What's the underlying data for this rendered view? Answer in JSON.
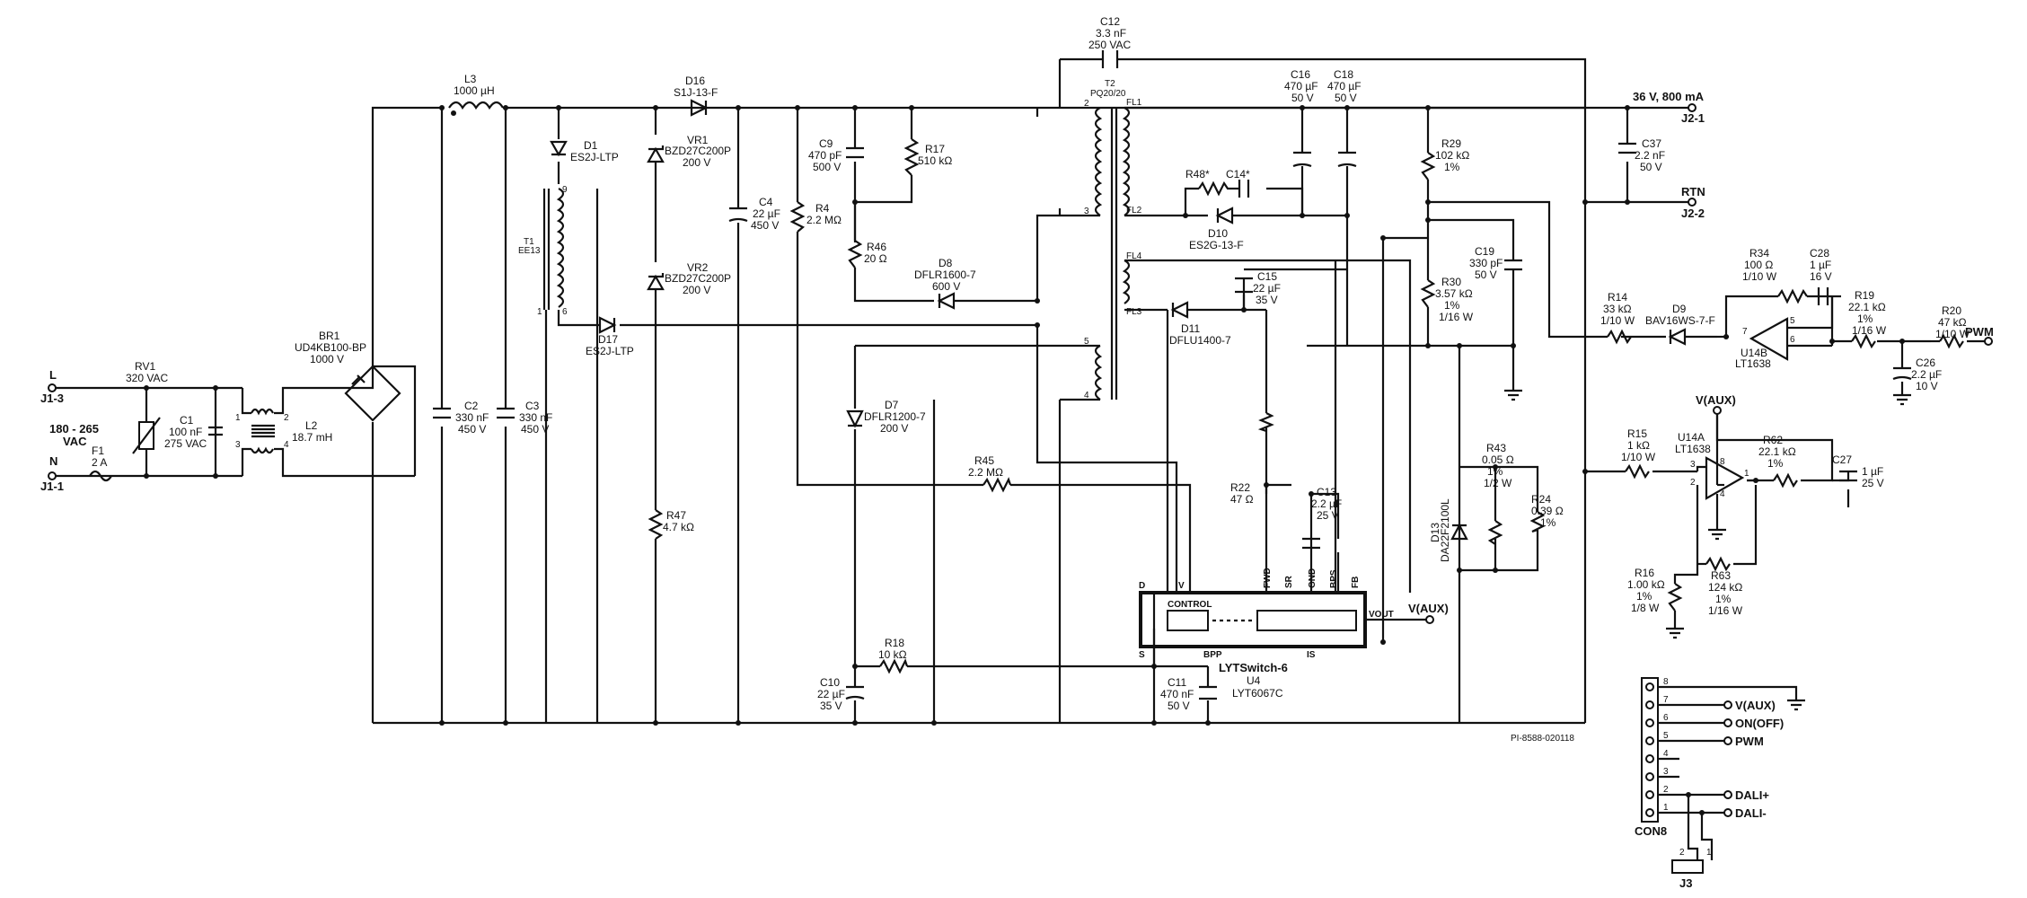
{
  "diagram": {
    "drawing_number": "PI-8588-020118",
    "controller": {
      "name": "LYTSwitch-6",
      "ref": "U4",
      "part": "LYT6067C",
      "control_label": "CONTROL",
      "pins": {
        "d": "D",
        "v": "V",
        "s": "S",
        "bpp": "BPP",
        "is": "IS",
        "fwd": "FWD",
        "sr": "SR",
        "gnd": "GND",
        "bps": "BPS",
        "fb": "FB",
        "vout": "VOUT"
      }
    },
    "inputs": {
      "l_label": "L",
      "l_ref": "J1-3",
      "n_label": "N",
      "n_ref": "J1-1",
      "voltage_range_1": "180 - 265",
      "voltage_range_2": "VAC"
    },
    "outputs": {
      "main": "36 V, 800 mA",
      "main_ref": "J2-1",
      "rtn": "RTN",
      "rtn_ref": "J2-2",
      "vaux": "V(AUX)",
      "vaux2": "V(AUX)",
      "pwm": "PWM"
    },
    "components": {
      "rv1": [
        "RV1",
        "320 VAC"
      ],
      "f1": [
        "F1",
        "2 A"
      ],
      "c1": [
        "C1",
        "100 nF",
        "275 VAC"
      ],
      "l2": [
        "L2",
        "18.7 mH"
      ],
      "br1": [
        "BR1",
        "UD4KB100-BP",
        "1000 V"
      ],
      "l3": [
        "L3",
        "1000 µH"
      ],
      "c2": [
        "C2",
        "330 nF",
        "450 V"
      ],
      "c3": [
        "C3",
        "330 nF",
        "450 V"
      ],
      "d1": [
        "D1",
        "ES2J-LTP"
      ],
      "t1": [
        "T1",
        "EE13"
      ],
      "d17": [
        "D17",
        "ES2J-LTP"
      ],
      "d16": [
        "D16",
        "S1J-13-F"
      ],
      "vr1": [
        "VR1",
        "BZD27C200P",
        "200 V"
      ],
      "vr2": [
        "VR2",
        "BZD27C200P",
        "200 V"
      ],
      "r47": [
        "R47",
        "4.7 kΩ"
      ],
      "c4": [
        "C4",
        "22 µF",
        "450 V"
      ],
      "r4": [
        "R4",
        "2.2 MΩ"
      ],
      "c9": [
        "C9",
        "470 pF",
        "500 V"
      ],
      "r17": [
        "R17",
        "510 kΩ"
      ],
      "r46": [
        "R46",
        "20 Ω"
      ],
      "d8": [
        "D8",
        "DFLR1600-7",
        "600 V"
      ],
      "d7": [
        "D7",
        "DFLR1200-7",
        "200 V"
      ],
      "r45": [
        "R45",
        "2.2 MΩ"
      ],
      "r18": [
        "R18",
        "10 kΩ"
      ],
      "c10": [
        "C10",
        "22 µF",
        "35 V"
      ],
      "c11": [
        "C11",
        "470 nF",
        "50 V"
      ],
      "c12": [
        "C12",
        "3.3 nF",
        "250 VAC"
      ],
      "t2": [
        "T2",
        "PQ20/20"
      ],
      "c16": [
        "C16",
        "470 µF",
        "50 V"
      ],
      "c18": [
        "C18",
        "470 µF",
        "50 V"
      ],
      "r48": [
        "R48*"
      ],
      "c14": [
        "C14*"
      ],
      "d10": [
        "D10",
        "ES2G-13-F"
      ],
      "c15": [
        "C15",
        "22 µF",
        "35 V"
      ],
      "d11": [
        "D11",
        "DFLU1400-7"
      ],
      "r22": [
        "R22",
        "47 Ω"
      ],
      "c13": [
        "C13",
        "2.2 µF",
        "25 V"
      ],
      "r29": [
        "R29",
        "102 kΩ",
        "1%"
      ],
      "c19": [
        "C19",
        "330 pF",
        "50 V"
      ],
      "r30": [
        "R30",
        "3.57 kΩ",
        "1%",
        "1/16 W"
      ],
      "r43": [
        "R43",
        "0.05 Ω",
        "1%",
        "1/2 W"
      ],
      "r24": [
        "R24",
        "0.39 Ω",
        "1%"
      ],
      "d13": [
        "D13",
        "DA22F2100L"
      ],
      "c37": [
        "C37",
        "2.2 nF",
        "50 V"
      ],
      "r14": [
        "R14",
        "33 kΩ",
        "1/10 W"
      ],
      "d9": [
        "D9",
        "BAV16WS-7-F"
      ],
      "r34": [
        "R34",
        "100 Ω",
        "1/10 W"
      ],
      "c28": [
        "C28",
        "1 µF",
        "16 V"
      ],
      "u14b": [
        "U14B",
        "LT1638"
      ],
      "r19": [
        "R19",
        "22.1 kΩ",
        "1%",
        "1/16 W"
      ],
      "r20": [
        "R20",
        "47 kΩ",
        "1/10 W"
      ],
      "c26": [
        "C26",
        "2.2 µF",
        "10 V"
      ],
      "r15": [
        "R15",
        "1 kΩ",
        "1/10 W"
      ],
      "u14a": [
        "U14A",
        "LT1638"
      ],
      "r62": [
        "R62",
        "22.1 kΩ",
        "1%"
      ],
      "c27": [
        "C27",
        "1 µF",
        "25 V"
      ],
      "r16": [
        "R16",
        "1.00 kΩ",
        "1%",
        "1/8 W"
      ],
      "r63": [
        "R63",
        "124 kΩ",
        "1%",
        "1/16 W"
      ]
    },
    "transformer_pins": {
      "p2": "2",
      "p3": "3",
      "p5": "5",
      "p4": "4",
      "fl1": "FL1",
      "fl2": "FL2",
      "fl4": "FL4",
      "fl3": "FL3"
    },
    "t1_pins": {
      "p9": "9",
      "p1": "1",
      "p6": "6"
    },
    "l2_pins": {
      "p1": "1",
      "p2": "2",
      "p3": "3",
      "p4": "4"
    },
    "opamp_pins": {
      "b5": "5",
      "b6": "6",
      "b7": "7",
      "a3": "3",
      "a2": "2",
      "a8": "8",
      "a4": "4",
      "a1": "1"
    },
    "connector": {
      "ref": "CON8",
      "pins": [
        "8",
        "7",
        "6",
        "5",
        "4",
        "3",
        "2",
        "1"
      ],
      "signals": {
        "p7": "V(AUX)",
        "p6": "ON(OFF)",
        "p5": "PWM",
        "p2": "DALI+",
        "p1": "DALI-"
      }
    },
    "j3": {
      "ref": "J3",
      "pin2": "2",
      "pin1": "1"
    }
  }
}
